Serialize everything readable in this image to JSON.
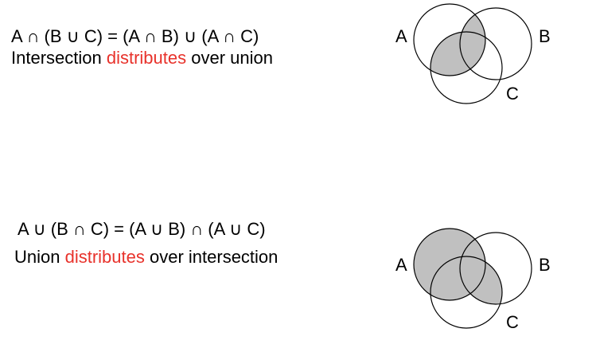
{
  "colors": {
    "highlight": "#e8322b",
    "shade": "#c0c0c0",
    "outline": "#000000"
  },
  "law_intersection": {
    "formula": "A ∩ (B ∪ C) = (A ∩ B) ∪ (A ∩ C)",
    "caption_before": "Intersection ",
    "caption_highlight": "distributes",
    "caption_after": " over union",
    "venn": {
      "label_a": "A",
      "label_b": "B",
      "label_c": "C"
    }
  },
  "law_union": {
    "formula": "A ∪ (B ∩ C) = (A ∪ B) ∩ (A ∪ C)",
    "caption_before": "Union ",
    "caption_highlight": "distributes",
    "caption_after": " over intersection",
    "venn": {
      "label_a": "A",
      "label_b": "B",
      "label_c": "C"
    }
  }
}
